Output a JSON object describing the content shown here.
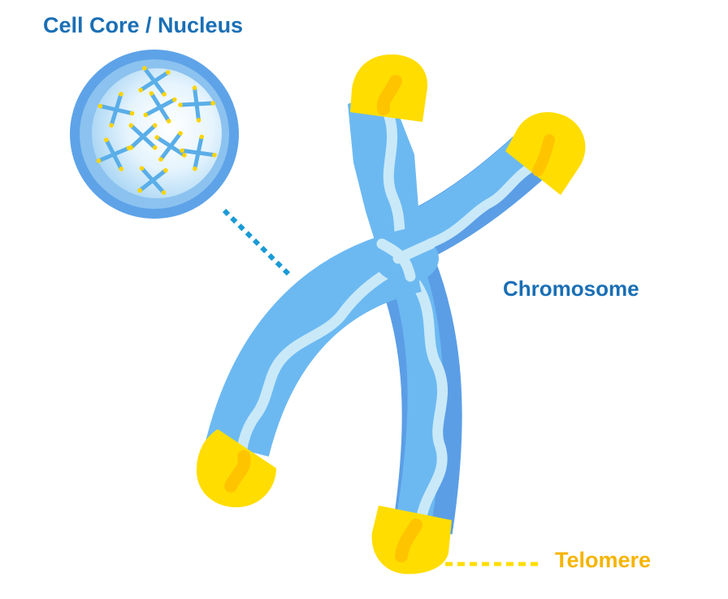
{
  "labels": {
    "nucleus": "Cell Core / Nucleus",
    "chromosome": "Chromosome",
    "telomere": "Telomere"
  },
  "colors": {
    "title_blue": "#1a6fb5",
    "telomere_yellow": "#ffdd00",
    "telomere_label": "#f6b400",
    "chromatid_light": "#6cb9f2",
    "chromatid_dark": "#5b9ee6",
    "dna_strand": "#c9e9f8",
    "nucleus_rim": "#6aa8ea"
  },
  "icons": {
    "chromosome": "chromosome-icon",
    "nucleus": "nucleus-icon"
  }
}
